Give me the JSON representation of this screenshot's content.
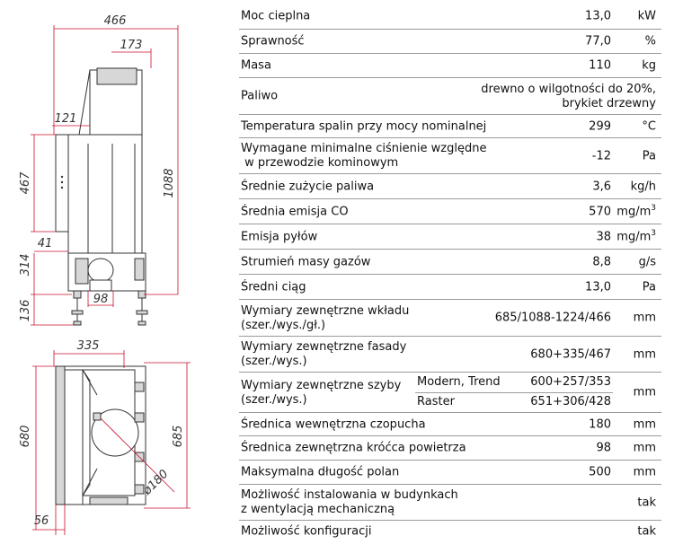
{
  "drawing": {
    "dims": {
      "width_total": "466",
      "flue_offset": "173",
      "side_offset": "121",
      "height_upper": "467",
      "height_total": "1088",
      "small_gap": "41",
      "height_lower": "314",
      "air_inlet": "98",
      "foot_height": "136",
      "top_width": "335",
      "depth_left": "680",
      "depth_right": "685",
      "flue_diameter": "ø180",
      "bottom_offset": "56"
    }
  },
  "spec": {
    "rows": [
      {
        "label": "Moc cieplna",
        "value": "13,0",
        "unit": "kW"
      },
      {
        "label": "Sprawność",
        "value": "77,0",
        "unit": "%"
      },
      {
        "label": "Masa",
        "value": "110",
        "unit": "kg"
      },
      {
        "label": "Paliwo",
        "value_line1": "drewno o wilgotności do 20%,",
        "value_line2": "brykiet drzewny"
      },
      {
        "label": "Temperatura spalin przy mocy nominalnej",
        "value": "299",
        "unit": "°C"
      },
      {
        "label_line1": "Wymagane minimalne ciśnienie względne",
        "label_line2": " w przewodzie kominowym",
        "value": "-12",
        "unit": "Pa"
      },
      {
        "label": "Średnie zużycie paliwa",
        "value": "3,6",
        "unit": "kg/h"
      },
      {
        "label": "Średnia emisja CO",
        "value": "570",
        "unit": "mg/m",
        "unit_sup": "3"
      },
      {
        "label": "Emisja pyłów",
        "value": "38",
        "unit": "mg/m",
        "unit_sup": "3"
      },
      {
        "label": "Strumień masy gazów",
        "value": "8,8",
        "unit": "g/s"
      },
      {
        "label": "Średni ciąg",
        "value": "13,0",
        "unit": "Pa"
      },
      {
        "label_line1": "Wymiary zewnętrzne wkładu",
        "label_line2": "(szer./wys./gł.)",
        "value": "685/1088-1224/466",
        "unit": "mm"
      },
      {
        "label_line1": "Wymiary zewnętrzne fasady",
        "label_line2": "(szer./wys.)",
        "value": "680+335/467",
        "unit": "mm"
      },
      {
        "label_line1": "Wymiary zewnętrzne szyby",
        "label_line2": "(szer./wys.)",
        "sub1": "Modern, Trend",
        "value1": "600+257/353",
        "sub2": "Raster",
        "value2": "651+306/428",
        "unit": "mm"
      },
      {
        "label": "Średnica wewnętrzna czopucha",
        "value": "180",
        "unit": "mm"
      },
      {
        "label": "Średnica zewnętrzna króćca powietrza",
        "value": "98",
        "unit": "mm"
      },
      {
        "label": "Maksymalna długość polan",
        "value": "500",
        "unit": "mm"
      },
      {
        "label_line1": "Możliwość instalowania w budynkach",
        "label_line2": "z wentylacją mechaniczną",
        "unit": "tak"
      },
      {
        "label": "Możliwość konfiguracji",
        "unit": "tak"
      }
    ]
  }
}
